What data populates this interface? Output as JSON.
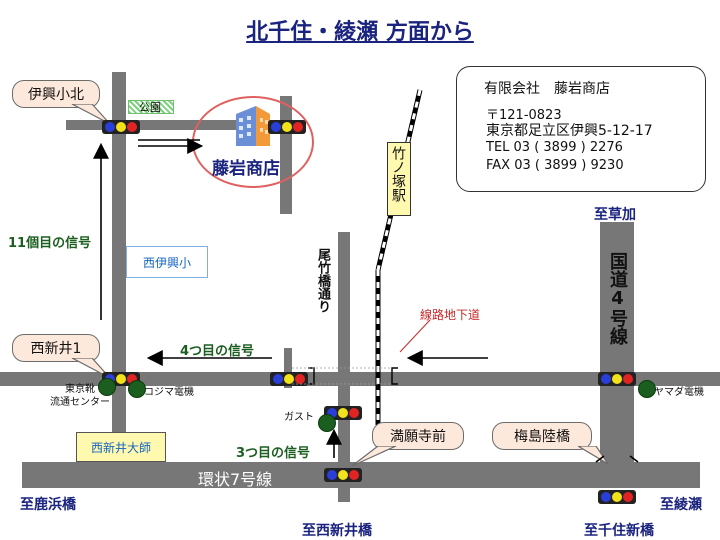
{
  "title": "北千住・綾瀬 方面から",
  "store_info": {
    "name": "有限会社　藤岩商店",
    "postal": "〒121-0823",
    "address": "東京都足立区伊興5-12-17",
    "tel": "TEL 03 ( 3899 ) 2276",
    "fax": "FAX 03 ( 3899 ) 9230"
  },
  "store_label": "藤岩商店",
  "callouts": {
    "iko_kokita": "伊興小北",
    "nishiarai_1": "西新井1",
    "manganji_mae": "満願寺前",
    "umejima_rikkyo": "梅島陸橋"
  },
  "labels": {
    "park": "公園",
    "signal_11": "11個目の信号",
    "nishi_iko_sho": "西伊興小",
    "signal_4": "4つ目の信号",
    "signal_3": "3つ目の信号",
    "tokyo_kutsu": "東京靴\n流通センター",
    "kojima": "コジマ電機",
    "yamada": "ヤマダ電機",
    "gust": "ガスト",
    "nishiarai_daishi": "西新井大師",
    "kanjo7": "環状7号線",
    "to_shikahama": "至鹿浜橋",
    "to_nishiarai_bashi": "至西新井橋",
    "to_senju_shinbashi": "至千住新橋",
    "to_ayase": "至綾瀬",
    "to_soka": "至草加",
    "kokudo4": "国道4号線",
    "takenotsuka": "竹ノ塚駅",
    "odake_dori": "尾竹橋通り",
    "senro_chikadou": "線路地下道"
  },
  "colors": {
    "road": "#777777",
    "title": "#1a237e",
    "callout_fill": "#fde9dc",
    "route_arrow": "#000000",
    "circle": "#e06060"
  }
}
